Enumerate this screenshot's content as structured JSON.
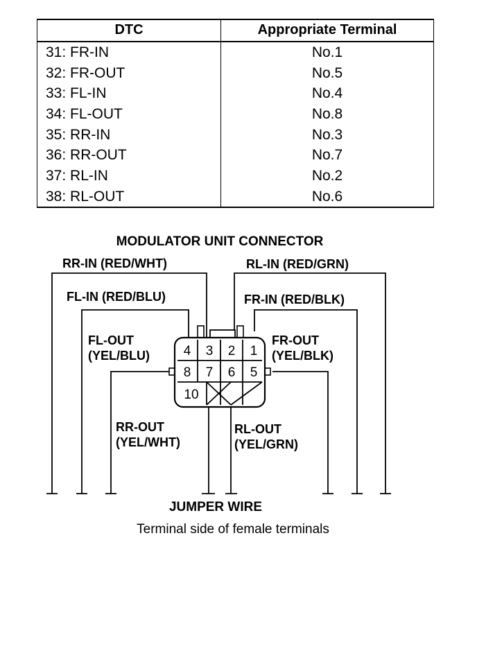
{
  "table": {
    "headers": [
      "DTC",
      "Appropriate Terminal"
    ],
    "rows": [
      [
        "31: FR-IN",
        "No.1"
      ],
      [
        "32: FR-OUT",
        "No.5"
      ],
      [
        "33: FL-IN",
        "No.4"
      ],
      [
        "34: FL-OUT",
        "No.8"
      ],
      [
        "35: RR-IN",
        "No.3"
      ],
      [
        "36: RR-OUT",
        "No.7"
      ],
      [
        "37: RL-IN",
        "No.2"
      ],
      [
        "38: RL-OUT",
        "No.6"
      ]
    ]
  },
  "diagram": {
    "title": "MODULATOR UNIT CONNECTOR",
    "labels": {
      "rr_in": "RR-IN (RED/WHT)",
      "rl_in": "RL-IN (RED/GRN)",
      "fl_in": "FL-IN (RED/BLU)",
      "fr_in": "FR-IN (RED/BLK)",
      "fl_out_1": "FL-OUT",
      "fl_out_2": "(YEL/BLU)",
      "fr_out_1": "FR-OUT",
      "fr_out_2": "(YEL/BLK)",
      "rr_out_1": "RR-OUT",
      "rr_out_2": "(YEL/WHT)",
      "rl_out_1": "RL-OUT",
      "rl_out_2": "(YEL/GRN)"
    },
    "pins": {
      "p1": "1",
      "p2": "2",
      "p3": "3",
      "p4": "4",
      "p5": "5",
      "p6": "6",
      "p7": "7",
      "p8": "8",
      "p10": "10"
    },
    "jumper_label": "JUMPER WIRE",
    "caption": "Terminal side of female terminals"
  }
}
